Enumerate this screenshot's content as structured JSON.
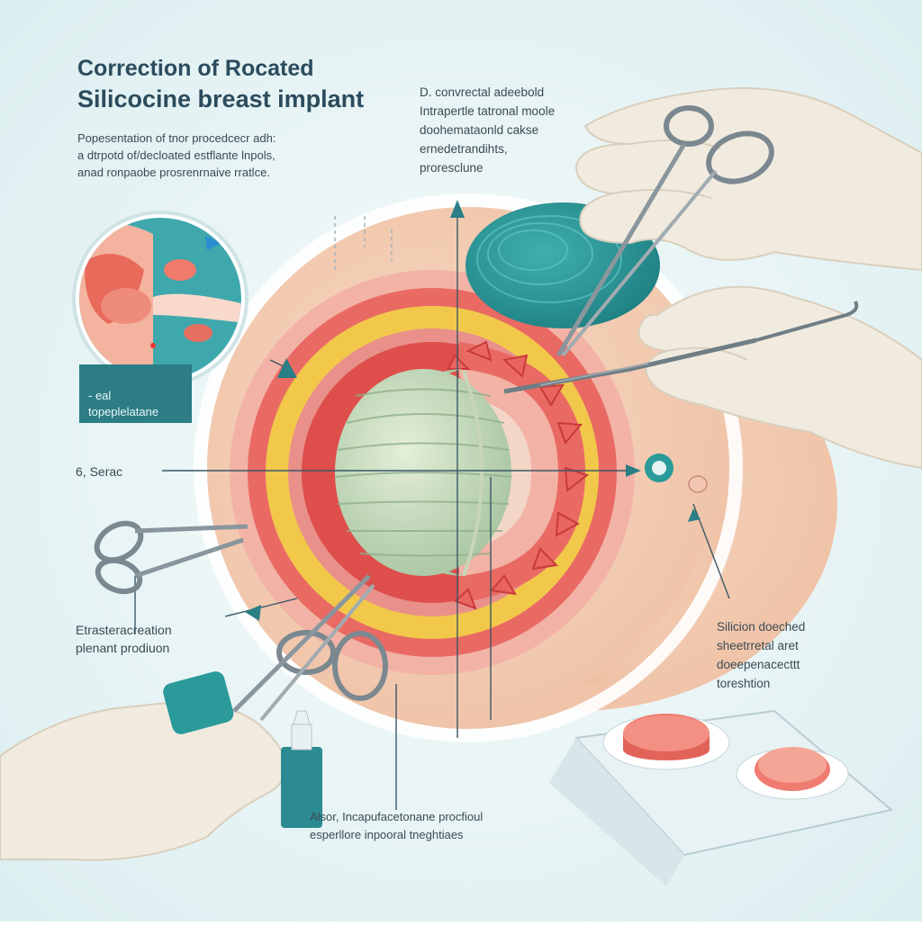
{
  "title": {
    "line1": "Correction of Rocated",
    "line2": "Silicocine breast implant"
  },
  "intro": {
    "line1": "Popesentation of tnor procedcecr adh:",
    "line2": "a dtrpotd of/decloated estflante lnpols,",
    "line3": "anad ronpaobe prosrenrnaive rratlce."
  },
  "callouts": {
    "top": {
      "line1": "D. convrectal adeebold",
      "line2": "Intrapertle tatronal moole",
      "line3": "doohemataonld cakse",
      "line4": "ernedetrandihts,",
      "line5": "proresclune"
    },
    "inset": {
      "line1": "- eal",
      "line2": "topeplelatane"
    },
    "serac": "6, Serac",
    "left": {
      "line1": "Etrasteracreation",
      "line2": "plenant prodiuon"
    },
    "right": {
      "line1": "Silicion doeched",
      "line2": "sheetrretal aret",
      "line3": "doeepenacecttt",
      "line4": "toreshtion"
    },
    "bottom": {
      "line1": "Alsor, Incapufacetonane procfioul",
      "line2": "esperllore inpooral tneghtiaes"
    }
  },
  "colors": {
    "background": "#eef7f8",
    "skin": "#f4d3bc",
    "fat_layer": "#f2c84b",
    "tissue_red": "#e05a56",
    "implant_green": "#c9dcc0",
    "teal": "#2a9a9a",
    "glove": "#f1ebdf",
    "text_dark": "#2b4c5e"
  }
}
